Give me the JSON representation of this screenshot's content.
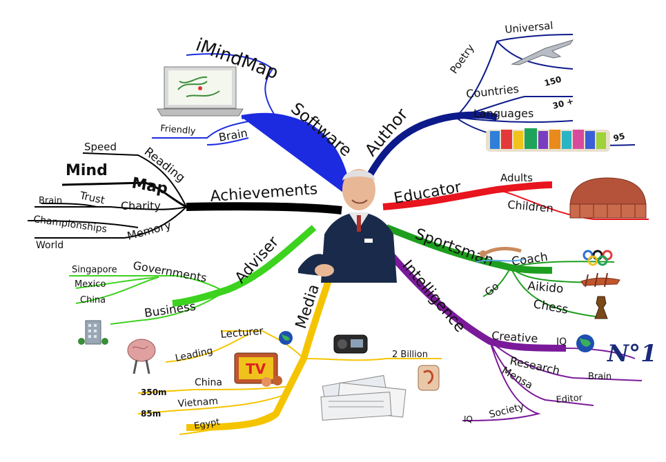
{
  "colors": {
    "software": "#1c2be0",
    "author": "#0d1a8a",
    "achievements": "#000000",
    "educator": "#e8141e",
    "adviser": "#3cd21e",
    "sportsman": "#1e9e1e",
    "media": "#f5c400",
    "intelligence": "#7a1a9a"
  },
  "branches": {
    "software": {
      "label": "Software",
      "app": "iMindMap",
      "brain": "Brain",
      "friendly": "Friendly"
    },
    "author": {
      "label": "Author",
      "poetry": "Poetry",
      "universal": "Universal",
      "countries": "Countries",
      "countries_n": "150",
      "languages": "Languages",
      "languages_n": "30 +",
      "books_n": "95"
    },
    "achievements": {
      "label": "Achievements",
      "reading": "Reading",
      "speed": "Speed",
      "map": "Map",
      "mind": "Mind",
      "charity": "Charity",
      "trust": "Trust",
      "brain": "Brain",
      "memory": "Memory",
      "championships": "Championships",
      "world": "World"
    },
    "educator": {
      "label": "Educator",
      "adults": "Adults",
      "children": "Children"
    },
    "adviser": {
      "label": "Adviser",
      "governments": "Governments",
      "singapore": "Singapore",
      "mexico": "Mexico",
      "china": "China",
      "business": "Business"
    },
    "sportsman": {
      "label": "Sportsman",
      "coach": "Coach",
      "go": "Go",
      "aikido": "Aikido",
      "chess": "Chess"
    },
    "media": {
      "label": "Media",
      "lecturer": "Lecturer",
      "leading": "Leading",
      "china": "China",
      "china_n": "350m",
      "vietnam": "Vietnam",
      "vietnam_n": "85m",
      "egypt": "Egypt",
      "billion": "2 Billion"
    },
    "intelligence": {
      "label": "Intelligence",
      "creative": "Creative",
      "iq": "IQ",
      "no1": "N°1",
      "research": "Research",
      "brain": "Brain",
      "mensa": "Mensa",
      "editor": "Editor",
      "society": "Society",
      "iq2": "IQ"
    }
  },
  "images": {
    "tv": "TV"
  }
}
